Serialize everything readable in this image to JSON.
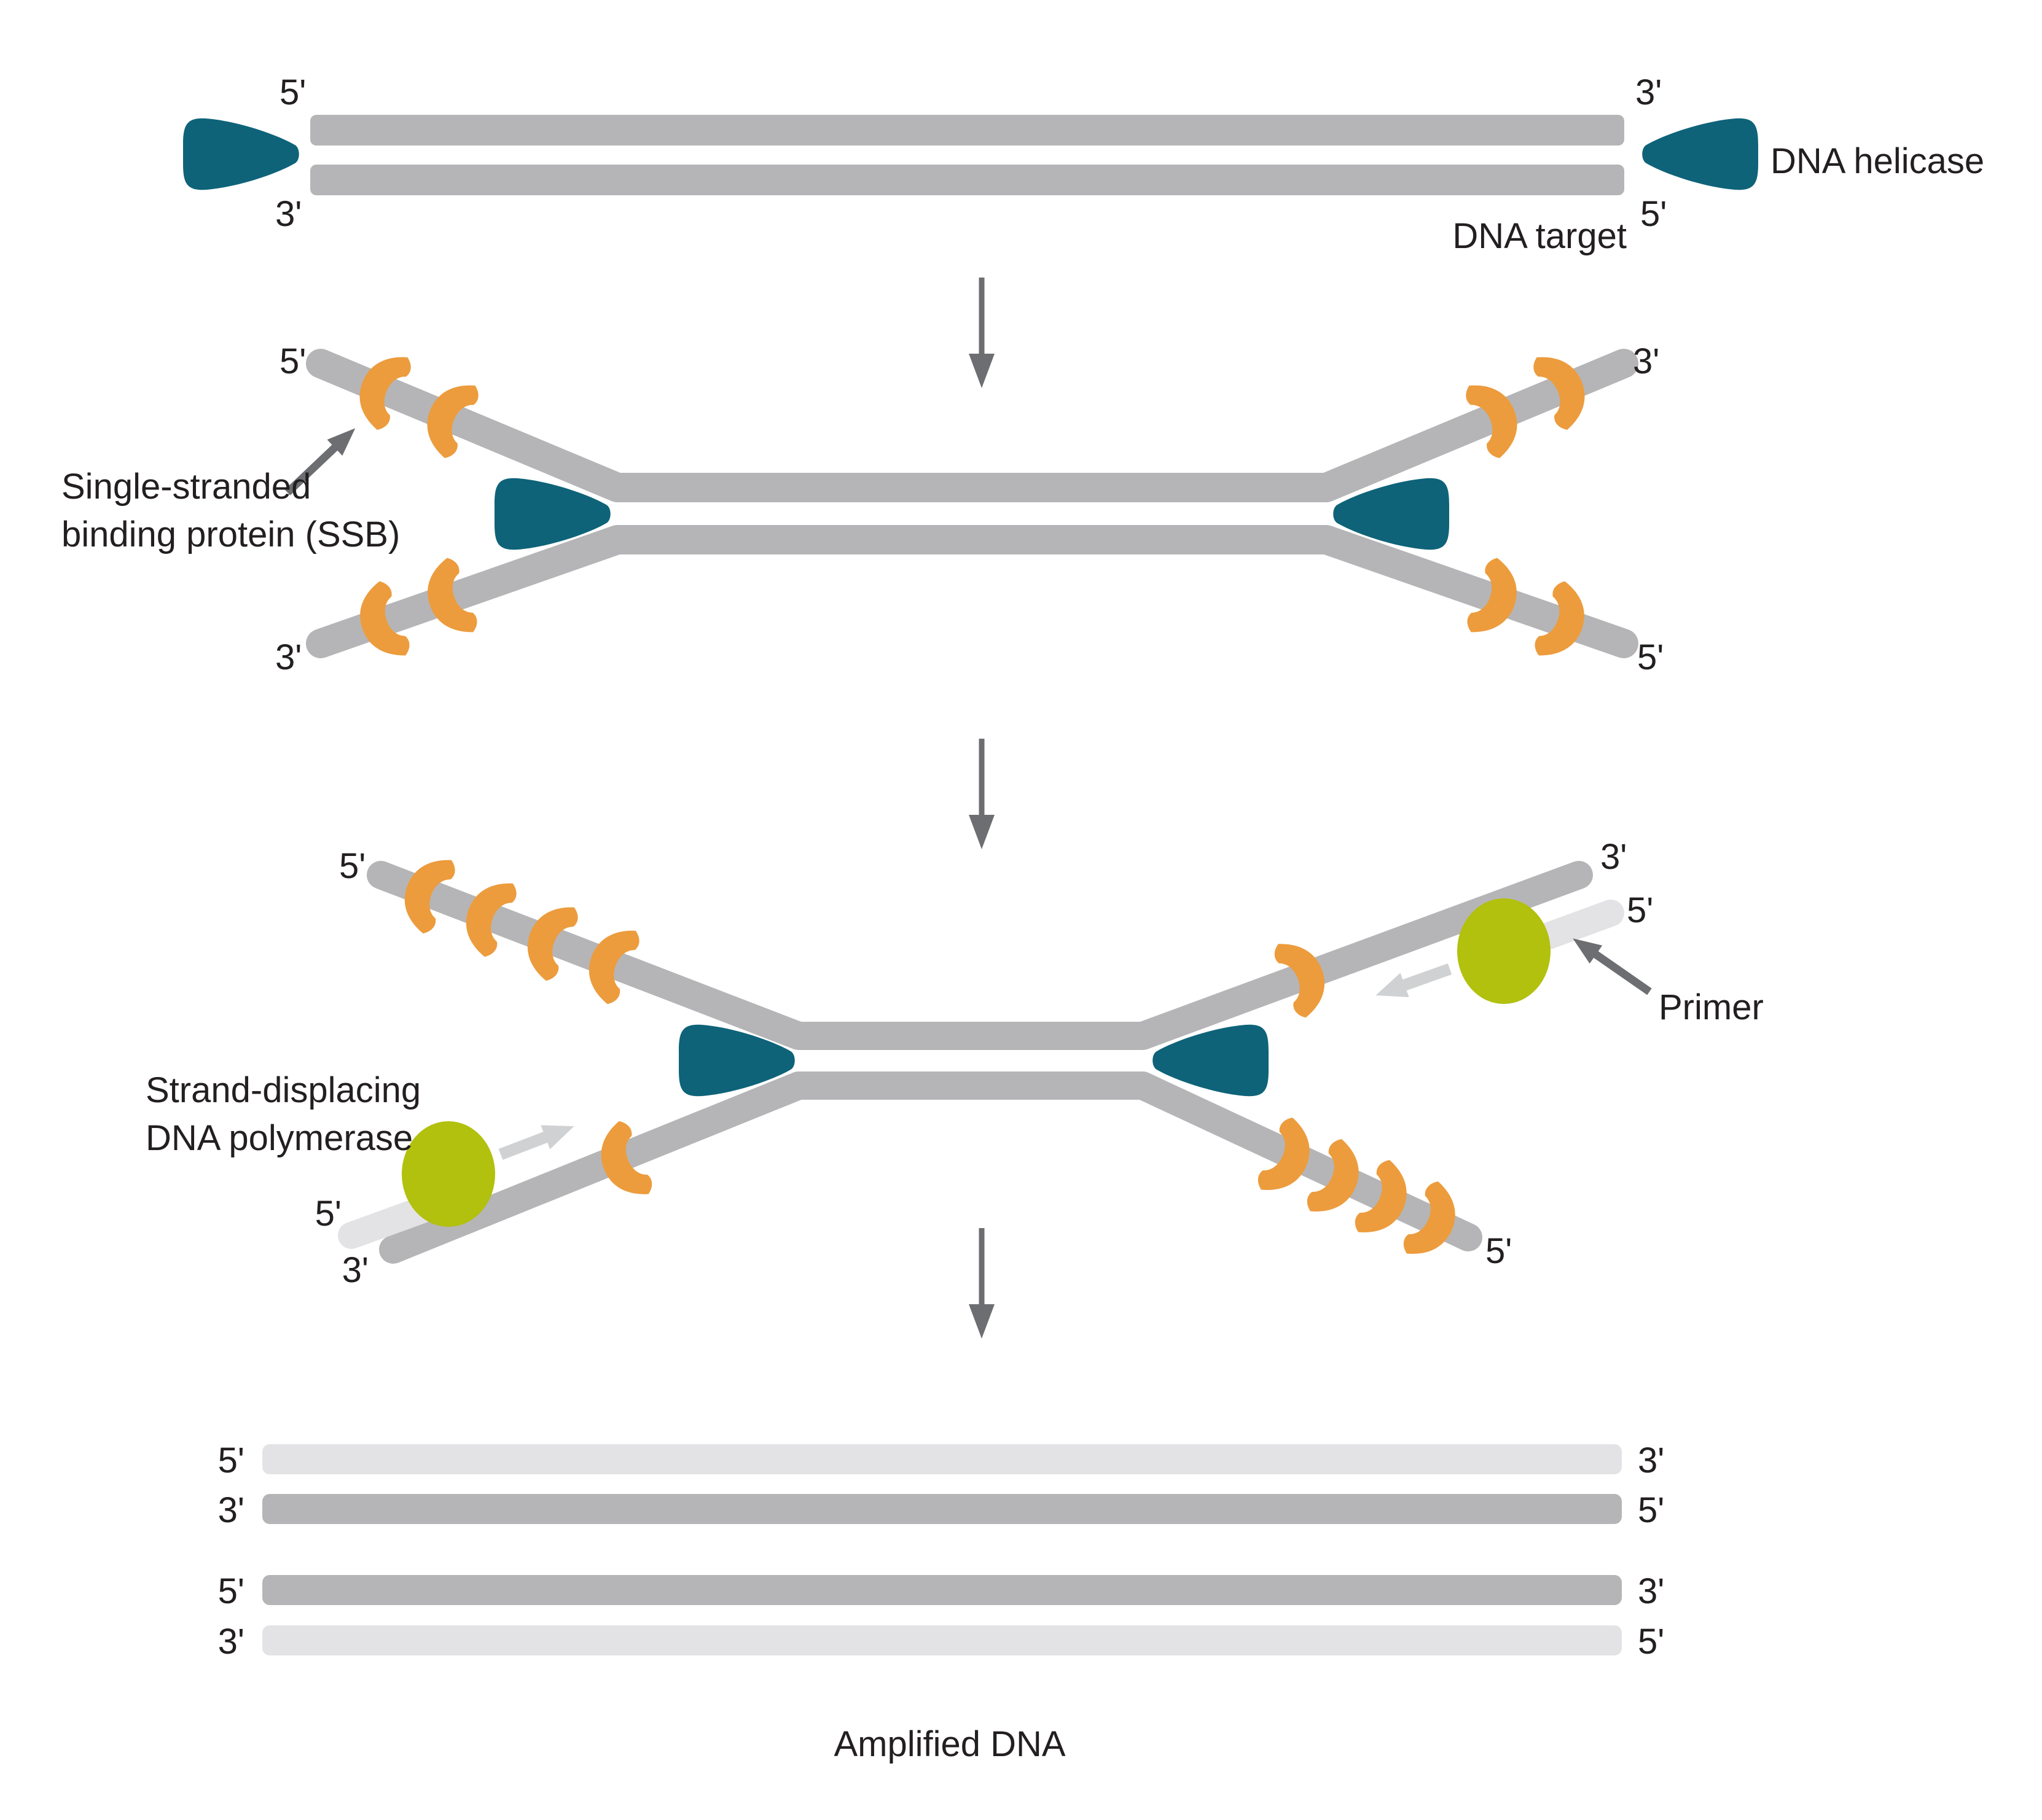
{
  "title": "Helicase-dependent DNA amplification diagram",
  "colors": {
    "background": "#ffffff",
    "strand": "#b5b5b7",
    "strand_light": "#e3e3e6",
    "helicase": "#0e6379",
    "ssb": "#ec9c3d",
    "polymerase": "#b2c00e",
    "arrow_dark": "#6d6e71",
    "arrow_light": "#d0d1d3",
    "text": "#231f20"
  },
  "icons": {
    "helicase": "teal rounded wedge pointing into replication fork",
    "ssb": "orange crescent clamp around single strand",
    "polymerase": "yellow-green ellipse",
    "down_arrow": "gray downward process arrow",
    "pointer_arrow": "gray annotation arrow"
  },
  "stage1": {
    "top_left": "5'",
    "bottom_left": "3'",
    "top_right": "3'",
    "bottom_right": "5'",
    "target_label": "DNA target",
    "helicase_label": "DNA helicase"
  },
  "stage2": {
    "top_left": "5'",
    "bottom_left": "3'",
    "top_right": "3'",
    "bottom_right": "5'",
    "ssb_label_line1": "Single-stranded",
    "ssb_label_line2": "binding protein (SSB)"
  },
  "stage3": {
    "top_left": "5'",
    "top_right": "3'",
    "primer_end_right": "5'",
    "primer_end_left": "5'",
    "bottom_left": "3'",
    "bottom_right": "5'",
    "polymerase_label_line1": "Strand-displacing",
    "polymerase_label_line2": "DNA polymerase",
    "primer_label": "Primer"
  },
  "final": {
    "rows": [
      {
        "left": "5'",
        "right": "3'"
      },
      {
        "left": "3'",
        "right": "5'"
      },
      {
        "left": "5'",
        "right": "3'"
      },
      {
        "left": "3'",
        "right": "5'"
      }
    ],
    "caption": "Amplified DNA"
  }
}
